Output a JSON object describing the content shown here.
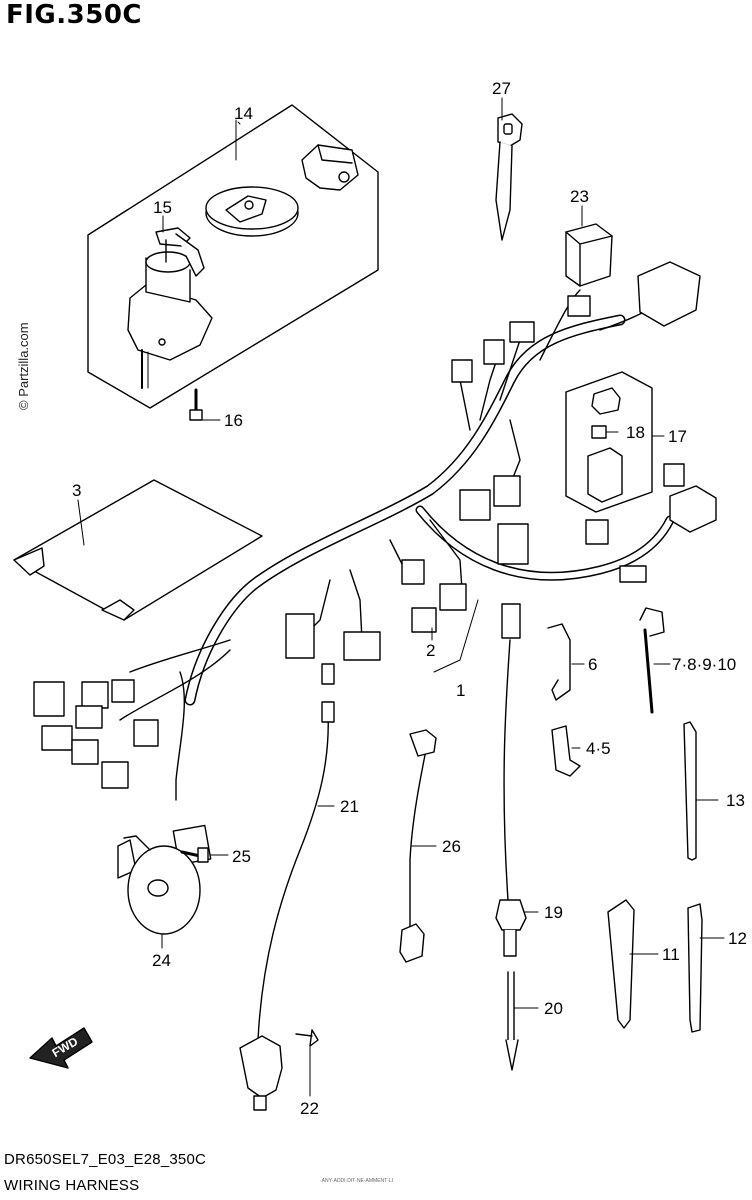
{
  "figure": {
    "title": "FIG.350C",
    "code": "DR650SEL7_E03_E28_350C",
    "name": "WIRING HARNESS",
    "watermark": "© Partzilla.com",
    "small_print": "·ANY·ADDI·DIT·NE·AMMENT·LI"
  },
  "direction_label": "FWD",
  "callouts": [
    "27",
    "14",
    "15",
    "16",
    "23",
    "18",
    "17",
    "3",
    "2",
    "1",
    "6",
    "7·8·9·10",
    "4·5",
    "13",
    "21",
    "26",
    "25",
    "24",
    "19",
    "11",
    "12",
    "20",
    "22"
  ],
  "colors": {
    "line": "#000000",
    "background": "#ffffff"
  }
}
